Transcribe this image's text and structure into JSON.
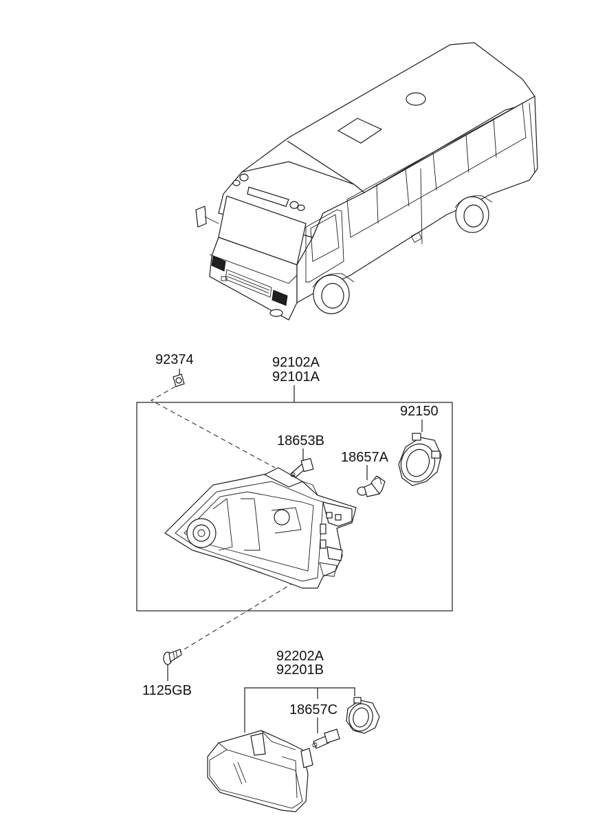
{
  "diagram": {
    "labels": {
      "fastener_top": "92374",
      "headlamp_assy_rh": "92102A",
      "headlamp_assy_lh": "92101A",
      "bulb_cover": "92150",
      "position_bulb": "18653B",
      "headlamp_bulb": "18657A",
      "screw": "1125GB",
      "fog_lamp_rh": "92202A",
      "fog_lamp_lh": "92201B",
      "fog_bulb": "18657C"
    }
  }
}
